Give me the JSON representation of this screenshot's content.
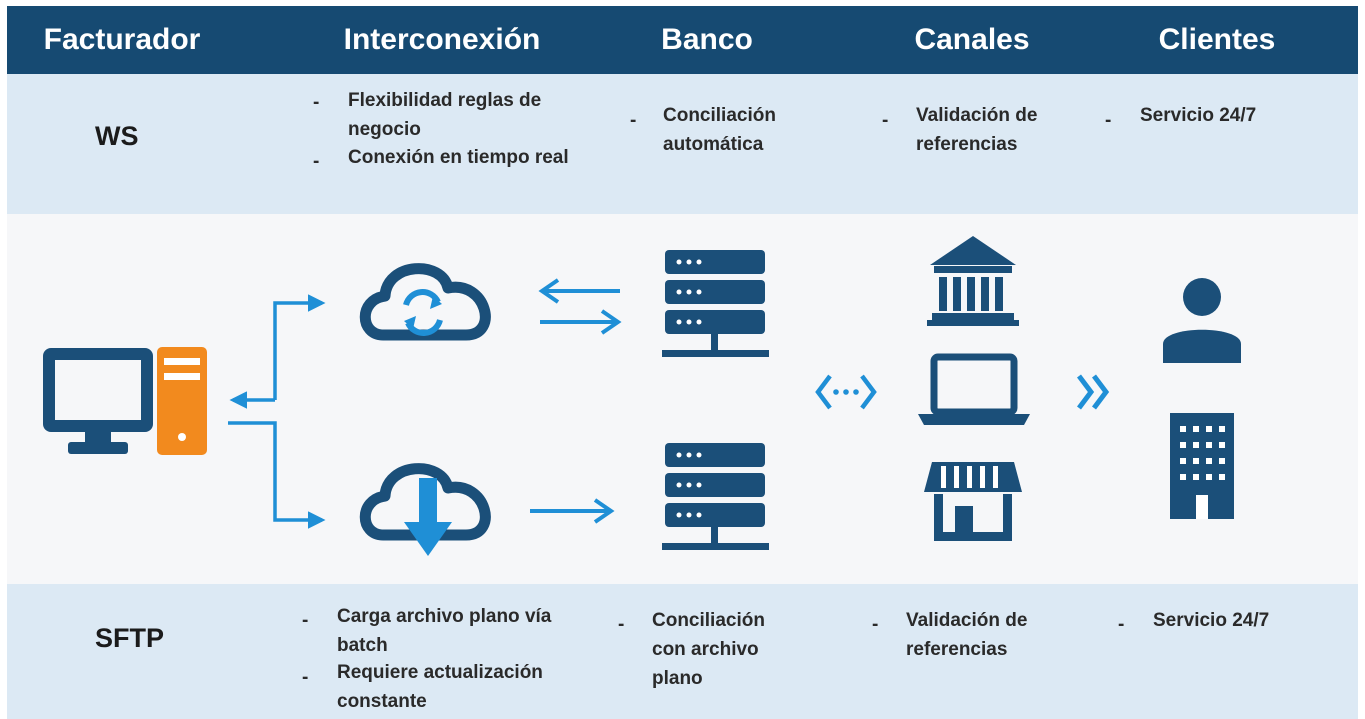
{
  "columns": [
    "Facturador",
    "Interconexión",
    "Banco",
    "Canales",
    "Clientes"
  ],
  "rows": {
    "ws": {
      "label": "WS",
      "interconexion": [
        "Flexibilidad reglas de negocio",
        "Conexión en tiempo real"
      ],
      "banco": [
        "Conciliación automática"
      ],
      "canales": [
        "Validación de referencias"
      ],
      "clientes": [
        "Servicio 24/7"
      ]
    },
    "sftp": {
      "label": "SFTP",
      "interconexion": [
        "Carga archivo plano vía batch",
        "Requiere actualización constante"
      ],
      "banco": [
        "Conciliación con archivo plano"
      ],
      "canales": [
        "Validación de referencias"
      ],
      "clientes": [
        "Servicio 24/7"
      ]
    }
  },
  "colors": {
    "header": "#164a72",
    "band": "#dce9f4",
    "icon_dark": "#1b4f79",
    "icon_blue": "#1f8fd6",
    "accent_orange": "#f28a1e"
  },
  "icons": [
    "computer-icon",
    "cloud-sync-icon",
    "cloud-download-icon",
    "server-icon",
    "bank-icon",
    "laptop-icon",
    "store-icon",
    "person-icon",
    "building-icon"
  ]
}
